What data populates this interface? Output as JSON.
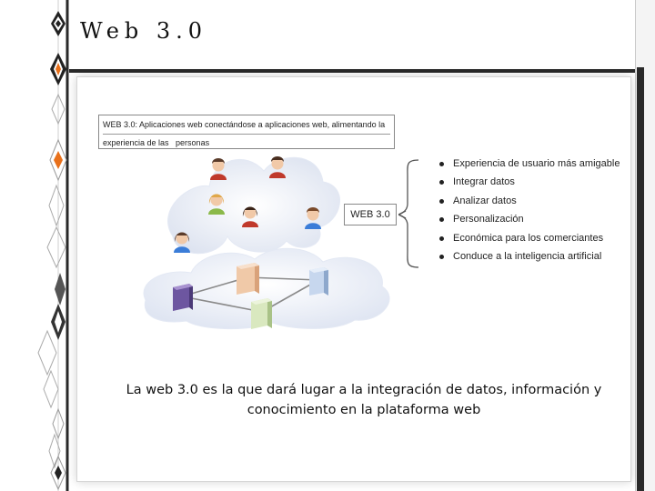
{
  "slide": {
    "title": "Web 3.0"
  },
  "definition": {
    "line1": "WEB 3.0: Aplicaciones web conectándose a aplicaciones web, alimentando la",
    "line2": "experiencia de las   personas"
  },
  "diagram": {
    "center_label": "WEB 3.0"
  },
  "features": [
    "Experiencia de usuario más amigable",
    "Integrar datos",
    "Analizar datos",
    "Personalización",
    "Económica para los comerciantes",
    "Conduce a la inteligencia artificial"
  ],
  "caption": {
    "line1": "La web 3.0 es la que dará lugar a la integración de datos, información y",
    "line2": "conocimiento en la plataforma web"
  },
  "colors": {
    "accent_orange": "#e8701a",
    "frame_dark": "#2a2a2a",
    "cloud": "#e4e9f4",
    "cube_purple": "#8e79b6",
    "cube_orange": "#f0c9a8",
    "cube_blue": "#c7d7ee",
    "cube_green": "#d9e8bf"
  },
  "icons": [
    "diamond-ornament-icon",
    "person-avatar-icon",
    "cube-node-icon",
    "cloud-icon",
    "brace-icon",
    "bullet-icon"
  ]
}
